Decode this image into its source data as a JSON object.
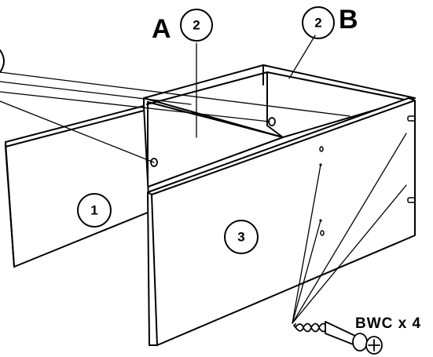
{
  "labels": {
    "section_a": "A",
    "section_b": "B",
    "part_1": "1",
    "part_2_a": "2",
    "part_2_b": "2",
    "part_3": "3",
    "hardware": "BWC x 4"
  },
  "colors": {
    "line": "#000000",
    "background": "#ffffff"
  }
}
